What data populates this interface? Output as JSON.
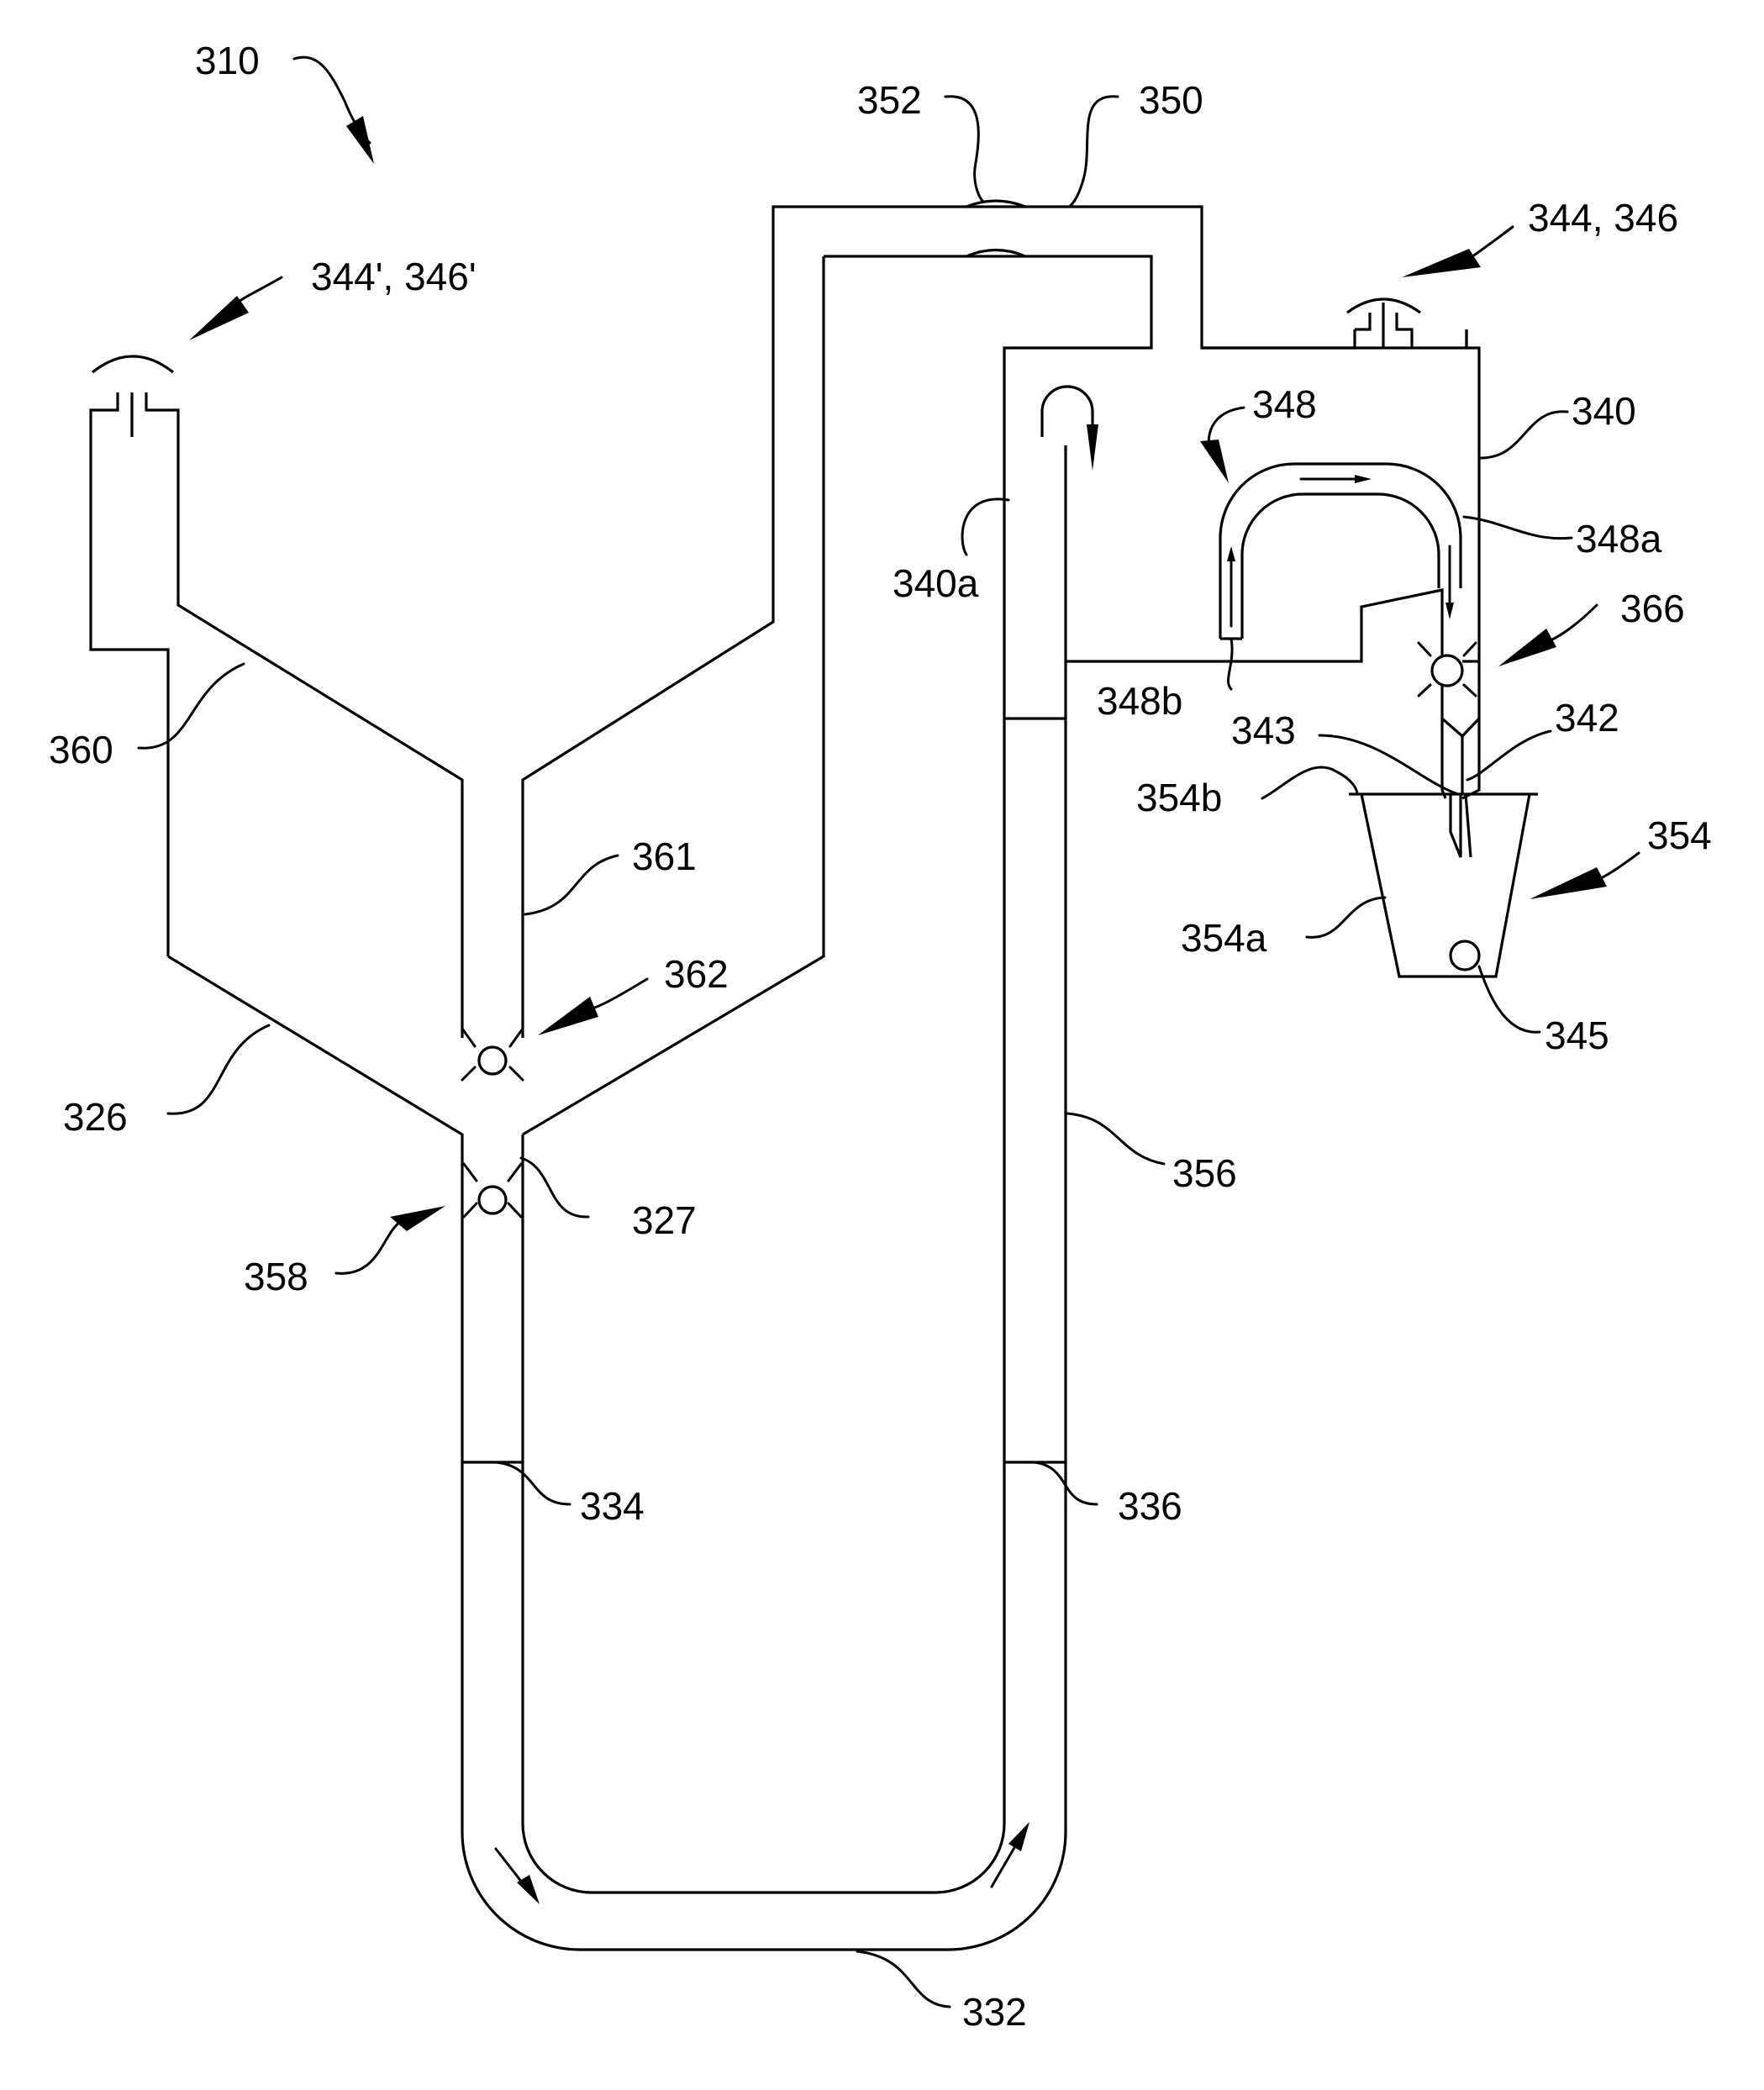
{
  "figure": {
    "labels": {
      "l310": "310",
      "l352": "352",
      "l350": "350",
      "l344_346": "344, 346",
      "l344p_346p": "344', 346'",
      "l348": "348",
      "l340": "340",
      "l348a": "348a",
      "l340a": "340a",
      "l366": "366",
      "l348b": "348b",
      "l343": "343",
      "l342": "342",
      "l360": "360",
      "l354b": "354b",
      "l354": "354",
      "l361": "361",
      "l354a": "354a",
      "l362": "362",
      "l345": "345",
      "l326": "326",
      "l356": "356",
      "l327": "327",
      "l358": "358",
      "l334": "334",
      "l336": "336",
      "l332": "332"
    }
  }
}
